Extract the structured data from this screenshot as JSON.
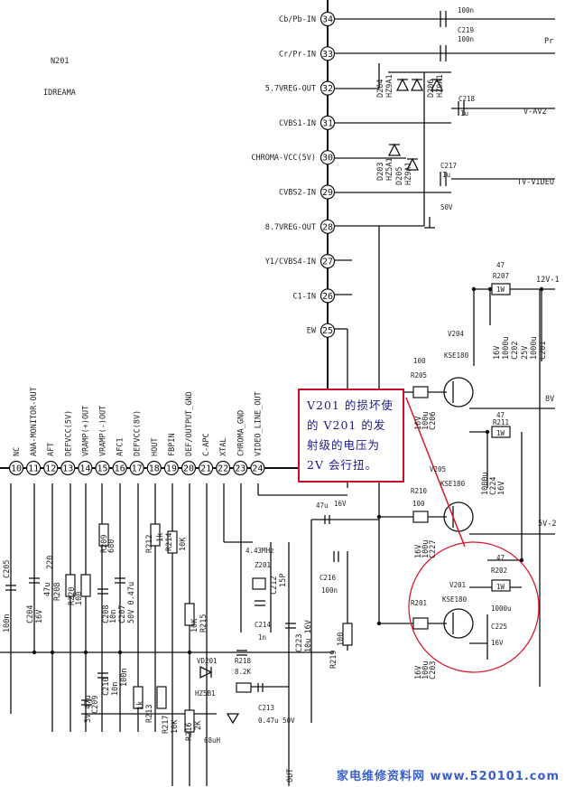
{
  "ic": {
    "ref": "N201",
    "model": "IDREAMA"
  },
  "top_pins": [
    {
      "num": "34",
      "name": "Cb/Pb-IN"
    },
    {
      "num": "33",
      "name": "Cr/Pr-IN"
    },
    {
      "num": "32",
      "name": "5.7VREG-OUT"
    },
    {
      "num": "31",
      "name": "CVBS1-IN"
    },
    {
      "num": "30",
      "name": "CHROMA-VCC(5V)"
    },
    {
      "num": "29",
      "name": "CVBS2-IN"
    },
    {
      "num": "28",
      "name": "8.7VREG-OUT"
    },
    {
      "num": "27",
      "name": "Y1/CVBS4-IN"
    },
    {
      "num": "26",
      "name": "C1-IN"
    },
    {
      "num": "25",
      "name": "EW"
    }
  ],
  "bottom_pins": [
    {
      "num": "10",
      "name": "NC"
    },
    {
      "num": "11",
      "name": "ANA-MONITOR-OUT"
    },
    {
      "num": "12",
      "name": "AFT"
    },
    {
      "num": "13",
      "name": "DEFVCC(5V)"
    },
    {
      "num": "14",
      "name": "VRAMP(+)OUT"
    },
    {
      "num": "15",
      "name": "VRAMP(-)OUT"
    },
    {
      "num": "16",
      "name": "AFC1"
    },
    {
      "num": "17",
      "name": "DEFVCC(8V)"
    },
    {
      "num": "18",
      "name": "HOUT"
    },
    {
      "num": "19",
      "name": "FBPIN"
    },
    {
      "num": "20",
      "name": "DEF/OUTPUT_GND"
    },
    {
      "num": "21",
      "name": "C-APC"
    },
    {
      "num": "22",
      "name": "XTAL"
    },
    {
      "num": "23",
      "name": "CHROMA_GND"
    },
    {
      "num": "24",
      "name": "VIDEO_LINE_OUT"
    }
  ],
  "right_labels": {
    "pr": "Pr",
    "vav2": "V-AV2",
    "tvvideo": "TV-VIDEO",
    "v12": "12V-1",
    "v8": "8V",
    "v5": "5V-2"
  },
  "top_parts": {
    "c219": "C219",
    "c219v": "100n",
    "c218": "C218",
    "c218v": "1u",
    "c217": "C217",
    "c217v": "1u",
    "c217v2": "50V",
    "d204": "D204",
    "d204t": "HZ9A1",
    "d206": "D206",
    "d206t": "HZ9A1",
    "d205": "D205",
    "d205t": "HZ9A1",
    "d203": "D203",
    "d203t": "HZ5A1",
    "c100n": "100n"
  },
  "reg_parts": {
    "r207v": "47",
    "r207": "R207",
    "r207w": "1W",
    "v204": "V204",
    "v204t": "KSE180",
    "c202v1": "16V",
    "c202v2": "1000u",
    "c202": "C202",
    "c201v1": "25V",
    "c201v2": "1000u",
    "c201": "C201",
    "r205v": "100",
    "r205": "R205",
    "c206a": "16V",
    "c206b": "100u",
    "c206": "C206",
    "r211v": "47",
    "r211": "R211",
    "r211w": "1W",
    "v205": "V205",
    "v205t": "KSE180",
    "c224a": "1000u",
    "c224": "C224",
    "c224b": "16V",
    "r210": "R210",
    "r210v": "100",
    "c227a": "16V",
    "c227b": "100u",
    "c227": "C227",
    "v201": "V201",
    "v201t": "KSE180",
    "r202v": "47",
    "r202": "R202",
    "r202w": "1W",
    "c225a": "1000u",
    "c225": "C225",
    "c225b": "16V",
    "r201": "R201",
    "c203a": "16V",
    "c203b": "100u",
    "c203": "C203"
  },
  "bottom_parts": {
    "c205": "C205",
    "c205v": "100n",
    "c204": "C204",
    "c204a": "16V",
    "c204b": "47u",
    "r208": "R208",
    "r208v": "220",
    "r220": "R220",
    "r220v": "100",
    "r209": "R209",
    "r209v": "680",
    "c208": "C208",
    "c208v": "10n",
    "c207": "C207",
    "c207v": "50V 0.47u",
    "c210": "C210",
    "c210v": "10n",
    "c210b": "100n",
    "c209": "C209",
    "c209v": "5V 47u",
    "r212": "R212",
    "r212v": "1k",
    "r213": "R213",
    "r213v": "1k",
    "r217": "R217",
    "r217v": "10K",
    "r214": "R214",
    "r214v": "10K",
    "r215": "R215",
    "r215v": "10K",
    "r216": "R216",
    "r216v": "2K",
    "l201v": "68uH",
    "vd201": "VD201",
    "hz": "HZ5B1",
    "x201": "Z201",
    "xtal": "4.43MHz",
    "c212": "C212",
    "c212v": "15P",
    "c214": "C214",
    "c214v": "1n",
    "r218": "R218",
    "r218v": "8.2K",
    "c213": "C213",
    "c213v": "0.47u 50V",
    "c223": "C223",
    "c223v": "10u 16V",
    "c216": "C216",
    "c216v": "100n",
    "c47": "47u",
    "c47v": "16V",
    "r219": "R219",
    "r219v": "100",
    "out": "OUT"
  },
  "annotation": {
    "text": "V201 的损坏使的 V201 的发射级的电压为 2V 会行扭。"
  },
  "watermark": {
    "text": "家电维修资料网 www.520101.com"
  },
  "colors": {
    "note_border": "#c8102e",
    "note_text": "#1a1a8c",
    "circle": "#d41c2a",
    "watermark": "#3a5fcd"
  }
}
